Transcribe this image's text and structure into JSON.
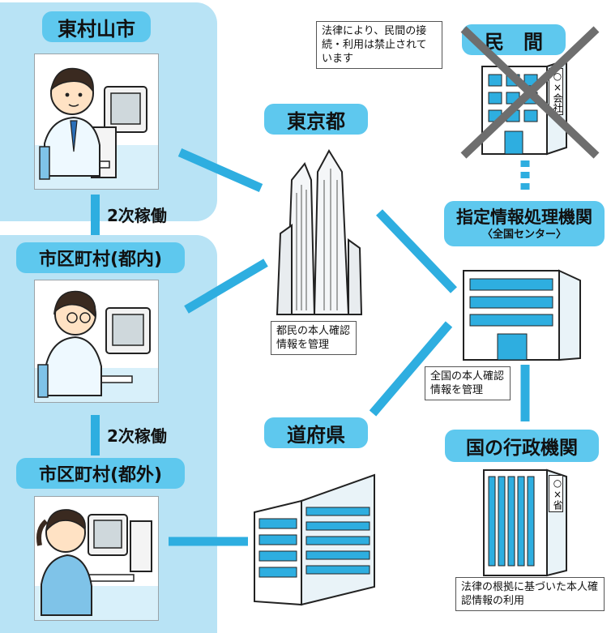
{
  "colors": {
    "panel": "#b8e3f5",
    "pill": "#5ec8ee",
    "connector": "#2eaee0",
    "cross": "#6e6e6e"
  },
  "left": {
    "top_box_title": "東村山市",
    "step1_label": "2次稼働",
    "box2_title": "市区町村(都内)",
    "step2_label": "2次稼働",
    "box3_title": "市区町村(都外)"
  },
  "center": {
    "tokyo_title": "東京都",
    "tokyo_note": "都民の本人確認情報を管理",
    "pref_title": "道府県"
  },
  "right": {
    "private_title": "民　間",
    "private_note": "法律により、民間の接続・利用は禁止されています",
    "private_sign": "○×会社",
    "center_title": "指定情報処理機関",
    "center_subtitle": "〈全国センター〉",
    "center_note": "全国の本人確認情報を管理",
    "gov_title": "国の行政機関",
    "gov_sign": "○×省",
    "gov_note": "法律の根拠に基づいた本人確認情報の利用"
  },
  "icons": {
    "user1": "computer-user-icon",
    "user2": "computer-user-icon",
    "user3": "computer-user-icon",
    "tokyo_building": "twin-tower-building-icon",
    "pref_building": "office-building-icon",
    "center_building": "data-center-building-icon",
    "private_building": "company-building-icon",
    "gov_building": "government-building-icon",
    "cross": "prohibited-cross-icon"
  }
}
